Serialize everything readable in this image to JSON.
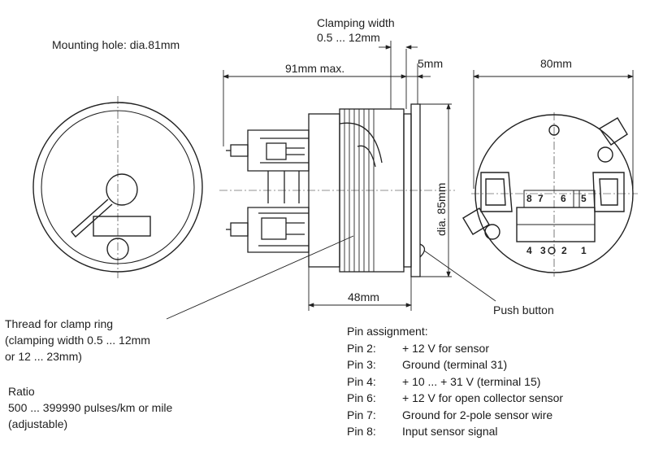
{
  "labels": {
    "mounting_hole": "Mounting hole: dia.81mm",
    "clamping_width_title": "Clamping width",
    "clamping_width_range": "0.5 ... 12mm",
    "dim_depth": "91mm max.",
    "dim_5mm": "5mm",
    "dim_80mm": "80mm",
    "dim_dia85": "dia. 85mm",
    "dim_48mm": "48mm",
    "push_button": "Push button",
    "thread_line1": "Thread for clamp ring",
    "thread_line2": "(clamping width 0.5 ... 12mm",
    "thread_line3": "or 12 ... 23mm)",
    "ratio_title": "Ratio",
    "ratio_range": "500 ... 399990 pulses/km or mile",
    "ratio_note": "(adjustable)"
  },
  "connector": {
    "top_row": [
      "8",
      "7",
      "6",
      "5"
    ],
    "bottom_row": [
      "4",
      "3",
      "2",
      "1"
    ]
  },
  "pin_assignment": {
    "title": "Pin assignment:",
    "pins": [
      {
        "pin": "Pin 2:",
        "desc": "+ 12 V for sensor"
      },
      {
        "pin": "Pin 3:",
        "desc": "Ground (terminal 31)"
      },
      {
        "pin": "Pin 4:",
        "desc": "+ 10 ... + 31 V (terminal 15)"
      },
      {
        "pin": "Pin 6:",
        "desc": "+ 12 V for open collector sensor"
      },
      {
        "pin": "Pin 7:",
        "desc": "Ground for 2-pole sensor wire"
      },
      {
        "pin": "Pin 8:",
        "desc": "Input sensor signal"
      }
    ]
  }
}
